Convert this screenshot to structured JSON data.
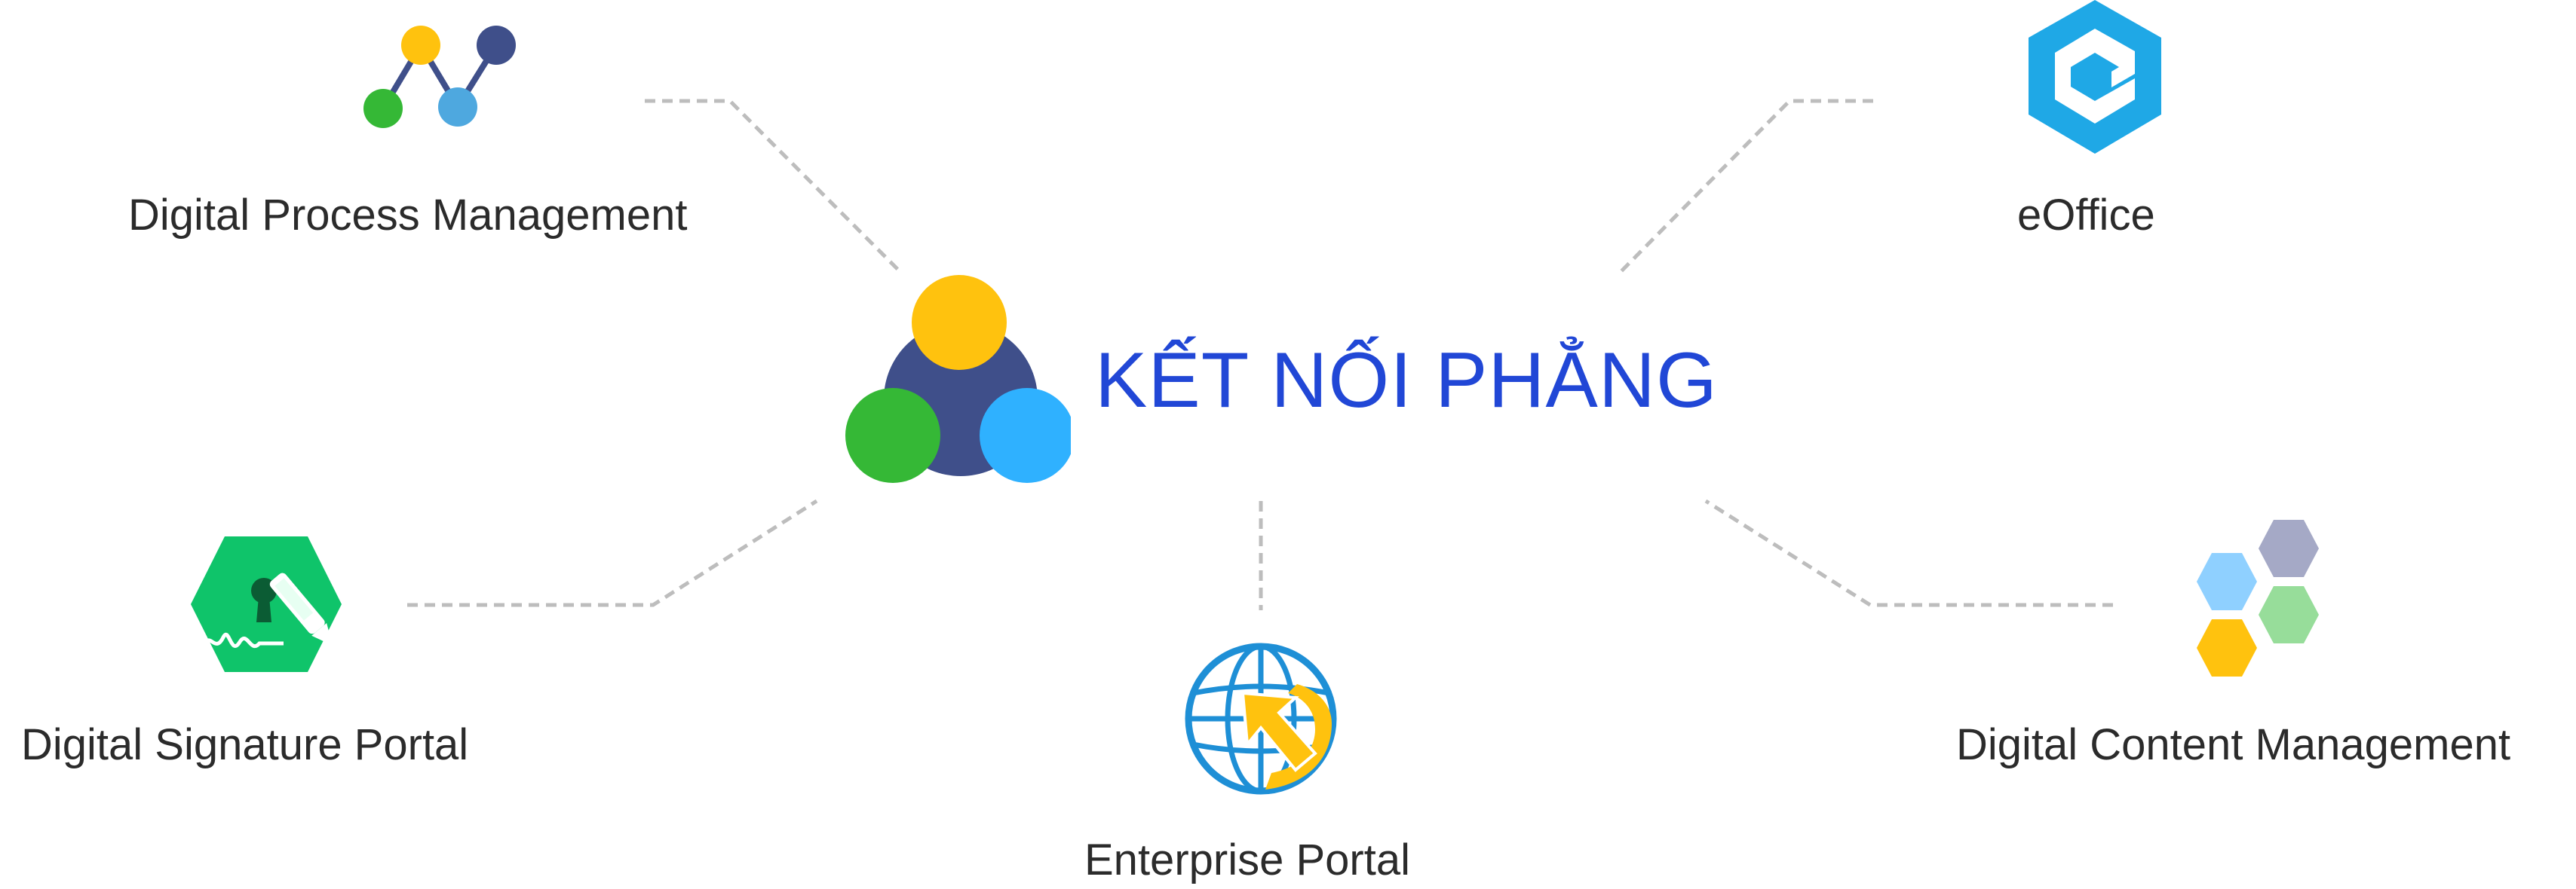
{
  "hub": {
    "title": "KẾT NỐI PHẲNG"
  },
  "nodes": {
    "dpm": {
      "label": "Digital Process Management",
      "icon": "process-network-icon"
    },
    "eoffice": {
      "label": "eOffice",
      "icon": "eoffice-logo-icon"
    },
    "dsp": {
      "label": "Digital Signature Portal",
      "icon": "signature-lock-icon"
    },
    "ep": {
      "label": "Enterprise Portal",
      "icon": "globe-arrow-icon"
    },
    "dcm": {
      "label": "Digital Content Management",
      "icon": "hexagon-cluster-icon"
    }
  },
  "colors": {
    "hub_title": "#2147d6",
    "connector": "#bdbdbd",
    "navy": "#3f4f8a",
    "yellow": "#ffc20e",
    "green": "#35b836",
    "light_blue": "#2fb1ff",
    "eoffice_blue": "#1fa8e6"
  }
}
